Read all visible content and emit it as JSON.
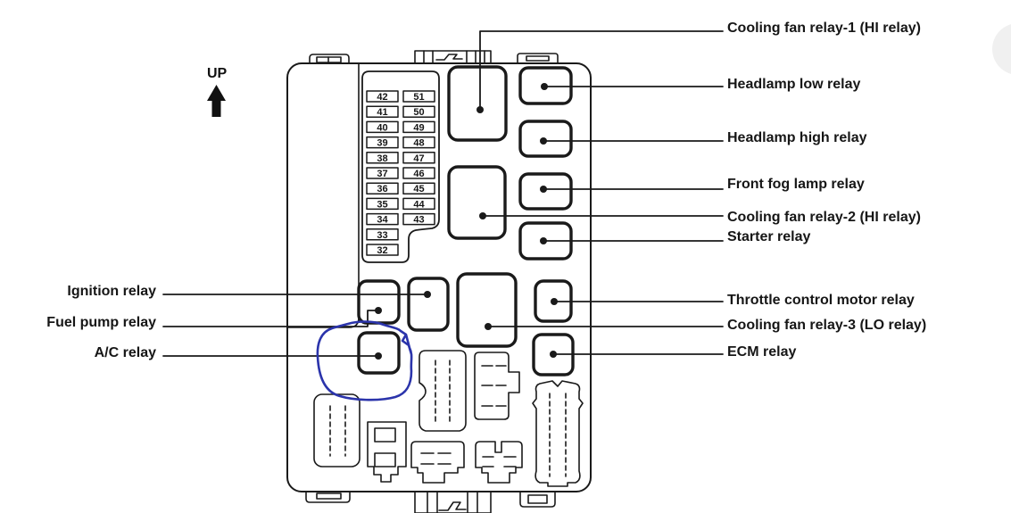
{
  "up_indicator": {
    "label": "UP"
  },
  "fuse_panel": {
    "left_column": [
      "42",
      "41",
      "40",
      "39",
      "38",
      "37",
      "36",
      "35",
      "34",
      "33",
      "32"
    ],
    "right_column": [
      "51",
      "50",
      "49",
      "48",
      "47",
      "46",
      "45",
      "44",
      "43"
    ]
  },
  "labels_right": [
    {
      "id": "cooling-fan-relay-1",
      "text": "Cooling fan relay-1 (HI relay)"
    },
    {
      "id": "headlamp-low-relay",
      "text": "Headlamp low relay"
    },
    {
      "id": "headlamp-high-relay",
      "text": "Headlamp high relay"
    },
    {
      "id": "front-fog-lamp-relay",
      "text": "Front fog lamp relay"
    },
    {
      "id": "cooling-fan-relay-2",
      "text": "Cooling fan relay-2 (HI relay)"
    },
    {
      "id": "starter-relay",
      "text": "Starter relay"
    },
    {
      "id": "throttle-control-motor-relay",
      "text": "Throttle control motor relay"
    },
    {
      "id": "cooling-fan-relay-3",
      "text": "Cooling fan relay-3 (LO relay)"
    },
    {
      "id": "ecm-relay",
      "text": "ECM relay"
    }
  ],
  "labels_left": [
    {
      "id": "ignition-relay",
      "text": "Ignition relay"
    },
    {
      "id": "fuel-pump-relay",
      "text": "Fuel pump relay"
    },
    {
      "id": "ac-relay",
      "text": "A/C relay"
    }
  ],
  "annotation": {
    "shape": "hand-drawn-circle",
    "target": "ac-relay",
    "color": "#2b34ab"
  },
  "colors": {
    "line": "#1a1a1a",
    "label_text": "#161616",
    "highlight_blue": "#2b34ab",
    "artifact_gray": "#f0f0f0"
  }
}
